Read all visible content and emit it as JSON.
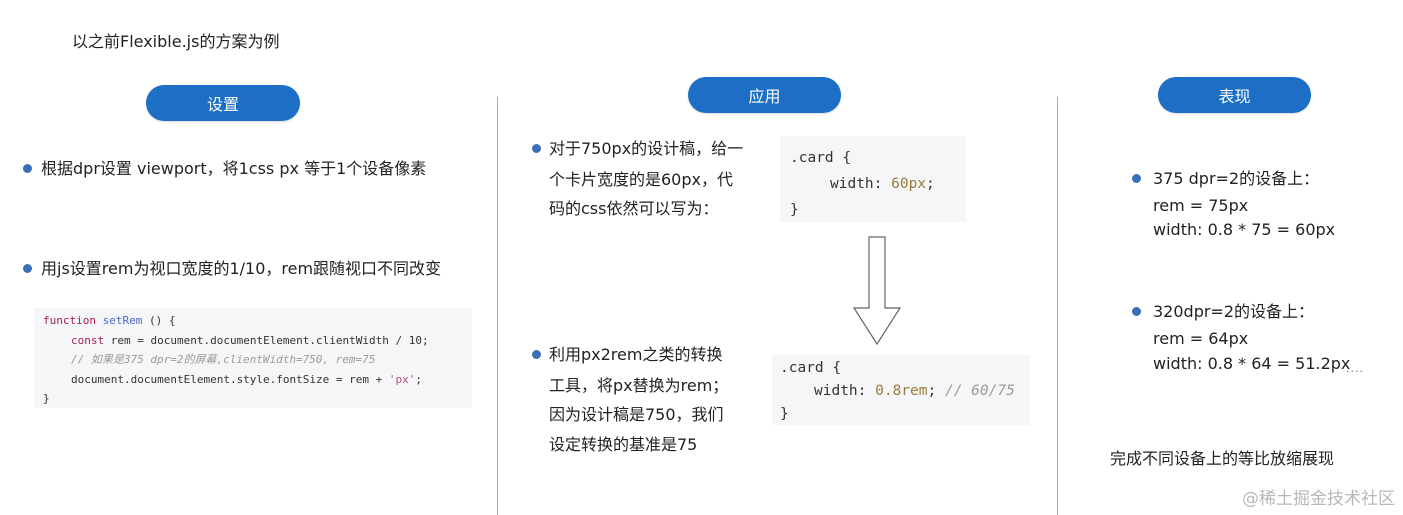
{
  "intro": "以之前Flexible.js的方案为例",
  "headers": {
    "settings": "设置",
    "apply": "应用",
    "result": "表现"
  },
  "settings": {
    "bullet1": "根据dpr设置 viewport，将1css px 等于1个设备像素",
    "bullet2": "用js设置rem为视口宽度的1/10，rem跟随视口不同改变",
    "code": {
      "line1_kw": "function",
      "line1_fn": "setRem",
      "line1_rest": " () {",
      "line2_kw": "const",
      "line2_rest": " rem = document.documentElement.clientWidth / 10;",
      "line3": "// 如果是375 dpr=2的屏幕,clientWidth=750, rem=75",
      "line4_pre": "document.documentElement.style.fontSize = rem + ",
      "line4_str": "'px'",
      "line4_end": ";",
      "line5": "}"
    }
  },
  "apply": {
    "bullet1_lines": [
      "对于750px的设计稿，给一",
      "个卡片宽度的是60px，代",
      "码的css依然可以写为："
    ],
    "code1": {
      "line1": ".card {",
      "line2_prop": "width: ",
      "line2_val": "60px",
      "line2_end": ";",
      "line3": "}"
    },
    "bullet2_lines": [
      "利用px2rem之类的转换",
      "工具，将px替换为rem；",
      "因为设计稿是750，我们",
      "设定转换的基准是75"
    ],
    "code2": {
      "line1": ".card {",
      "line2_prop": "width: ",
      "line2_val": "0.8rem",
      "line2_end": "; ",
      "line2_cmt": "// 60/75",
      "line3": "}"
    }
  },
  "result": {
    "item1_lines": [
      "375 dpr=2的设备上：",
      "rem = 75px",
      "width: 0.8 * 75 = 60px"
    ],
    "item2_lines": [
      "320dpr=2的设备上：",
      "rem = 64px",
      "width: 0.8 * 64 = 51.2px"
    ],
    "ellipsis": "....",
    "summary": "完成不同设备上的等比放缩展现"
  },
  "watermark": "@稀土掘金技术社区",
  "colors": {
    "pill": "#1c6fc4",
    "divider": "#8fb3dc",
    "bullet": "#3a6fb8"
  }
}
